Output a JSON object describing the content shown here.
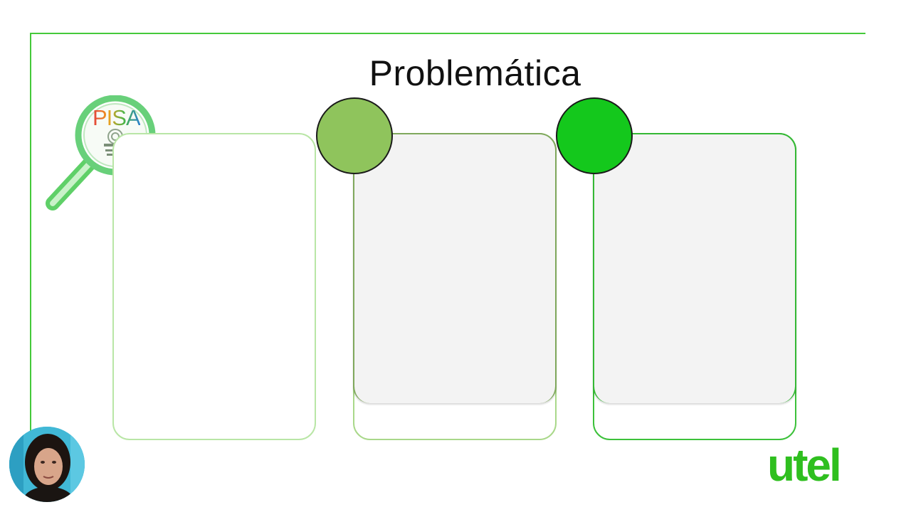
{
  "slide": {
    "title": "Problemática",
    "logo_badge_text": "PISA",
    "brand": "utel"
  },
  "colors": {
    "frame": "#45c93a",
    "card1_border": "#b9e6a6",
    "card2_border": "#8fbd6a",
    "card3_border": "#3cc13a",
    "circle2_fill": "#8fc45c",
    "circle3_fill": "#14c81c",
    "brand_green": "#2fbf1f"
  },
  "icons": {
    "magnifier": "magnifier-pisa-icon",
    "presenter": "webcam-avatar"
  }
}
